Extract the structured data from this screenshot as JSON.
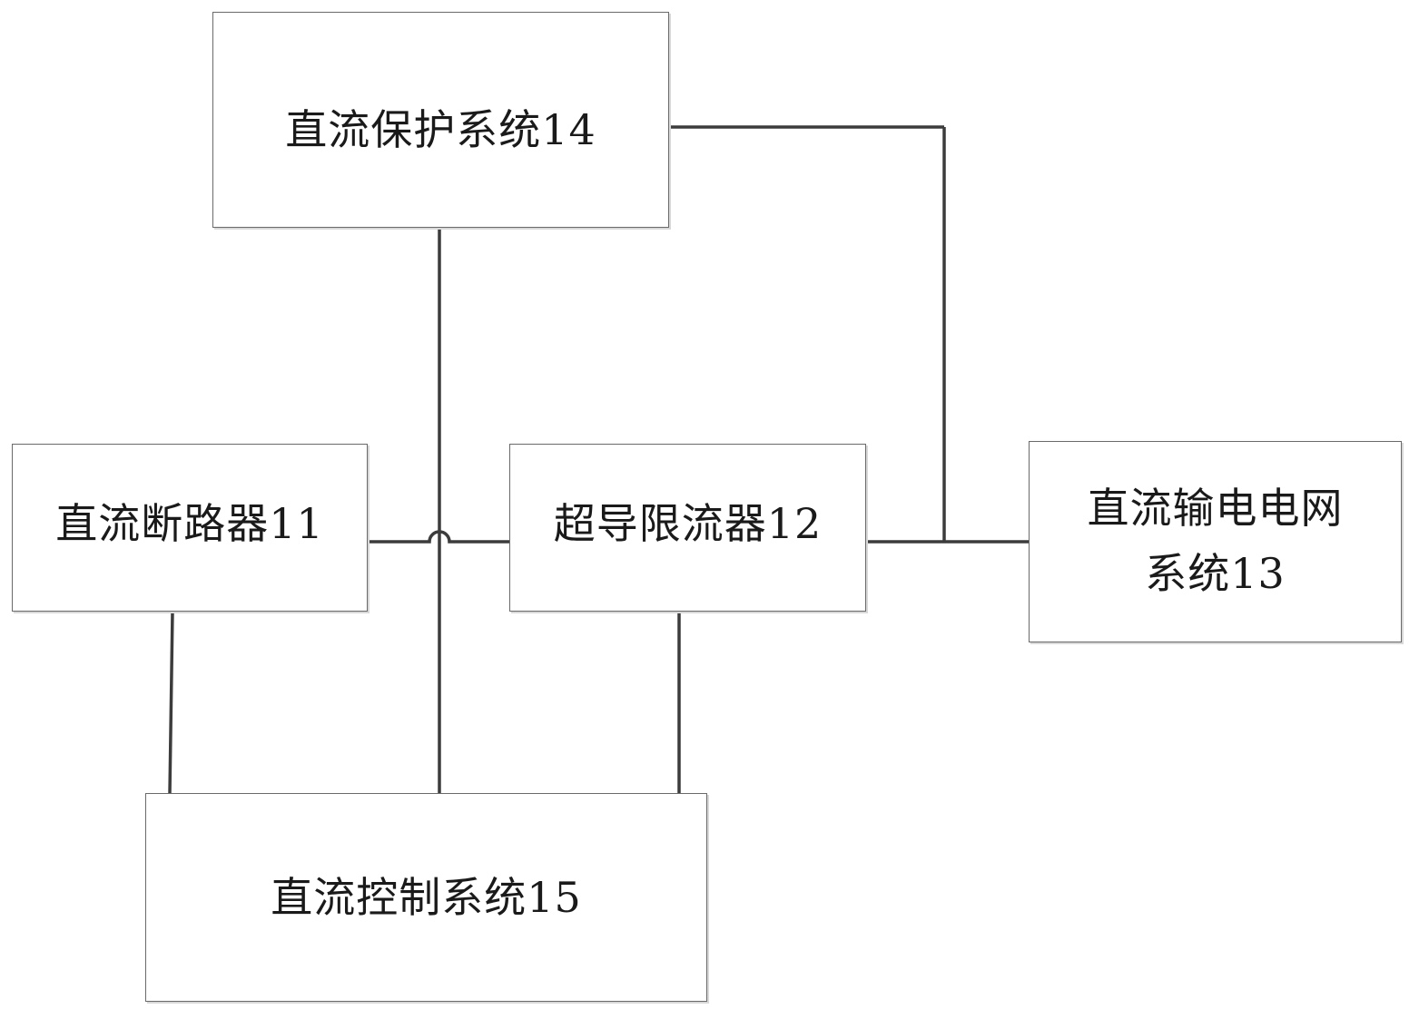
{
  "blocks": {
    "protection": {
      "label": "直流保护系统14"
    },
    "breaker": {
      "label": "直流断路器11"
    },
    "limiter": {
      "label": "超导限流器12"
    },
    "grid": {
      "label_line1": "直流输电电网",
      "label_line2": "系统13"
    },
    "control": {
      "label": "直流控制系统15"
    }
  },
  "colors": {
    "line": "#3c3c3c",
    "border": "#6a6a6a",
    "text": "#1a1a1a"
  }
}
